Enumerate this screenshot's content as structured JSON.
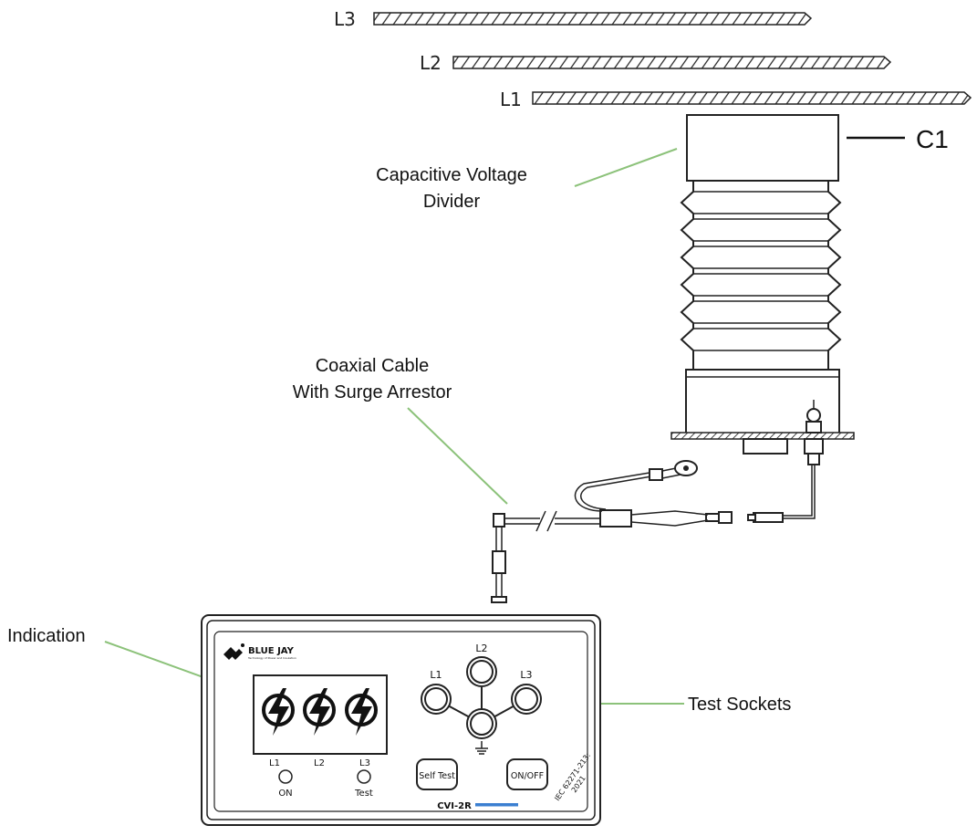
{
  "busbars": [
    {
      "label": "L3"
    },
    {
      "label": "L2"
    },
    {
      "label": "L1"
    }
  ],
  "c1_label": "C1",
  "labels": {
    "divider_line1": "Capacitive Voltage",
    "divider_line2": "Divider",
    "cable_line1": "Coaxial Cable",
    "cable_line2": "With Surge Arrestor",
    "indication": "Indication",
    "test_sockets": "Test Sockets"
  },
  "device": {
    "brand": "BLUE JAY",
    "tagline": "Technology of Power and Insulation",
    "socket_labels": {
      "l1": "L1",
      "l2": "L2",
      "l3": "L3"
    },
    "indicator_labels": {
      "l1": "L1",
      "l2": "L2",
      "l3": "L3"
    },
    "on_label": "ON",
    "test_label": "Test",
    "self_test_button": "Self Test",
    "on_off_button": "ON/OFF",
    "model": "CVI-2R",
    "standard": "IEC 62271-213:",
    "standard_year": "2021",
    "lightning_icon": "lightning-bolt-icon",
    "ground_icon": "ground-icon"
  },
  "colors": {
    "leader_line": "#8cc27a",
    "model_bar": "#3b7fd1",
    "ink": "#222222"
  }
}
